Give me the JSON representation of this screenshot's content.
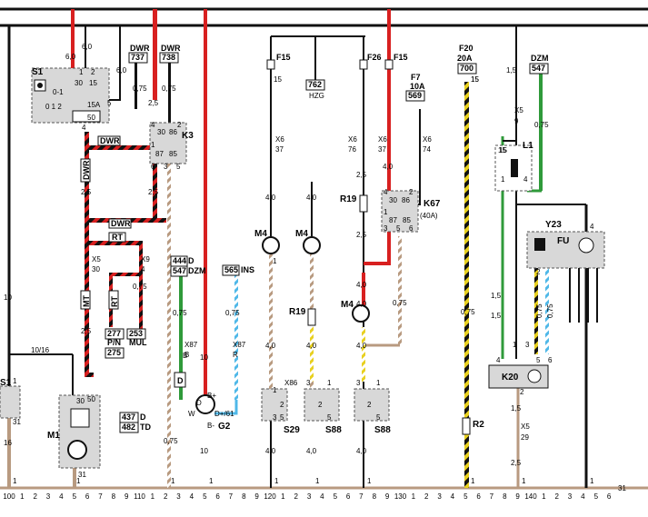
{
  "colors": {
    "red": "#d82020",
    "black": "#111111",
    "brown": "#b89a80",
    "green": "#2f9a3a",
    "blue": "#4fb8e8",
    "yellow": "#e8d020",
    "gray_box": "#d8d8d8"
  },
  "components": {
    "S1": "S1",
    "K3": "K3",
    "K67": "K67",
    "K67_rating": "(40A)",
    "M1": "M1",
    "G2": "G2",
    "M4a": "M4",
    "M4b": "M4",
    "M4c": "M4",
    "R19a": "R19",
    "R19b": "R19",
    "R2": "R2",
    "L1": "L1",
    "Y23": "Y23",
    "K20": "K20",
    "S29": "S29",
    "S88a": "S88",
    "S88b": "S88",
    "FU": "FU",
    "S1_left": "S1"
  },
  "fuses": {
    "F15a": "F15",
    "F26": "F26",
    "F15b": "F15",
    "F7": "F7",
    "F7_rating": "10A",
    "F20": "F20",
    "F20_rating": "20A"
  },
  "refs": {
    "DWR1": "DWR",
    "r737": "737",
    "DWR2": "DWR",
    "r738": "738",
    "r762": "762",
    "HZG": "HZG",
    "r569": "569",
    "r700": "700",
    "DZM": "DZM",
    "r547": "547",
    "r444": "444",
    "D1": "D",
    "r547b": "547",
    "DZM2": "DZM",
    "r565": "565",
    "INS": "INS",
    "r277": "277",
    "PN": "P/N",
    "r275": "275",
    "r253": "253",
    "MUL": "MUL",
    "r437": "437",
    "Dd": "D",
    "r482": "482",
    "TD": "TD",
    "DWR_mid1": "DWR",
    "DWR_mid2": "DWR",
    "DWR_v": "DWR",
    "RT1": "RT",
    "MT": "MT",
    "RT2": "RT",
    "D_box": "D"
  },
  "wire_labels": {
    "w60a": "6,0",
    "w60b": "6,0",
    "w60c": "6,0",
    "w075a": "0,75",
    "w075b": "0,75",
    "w25a": "2,5",
    "w25b": "2,5",
    "w25c": "2,5",
    "w25d": "2,5",
    "w075c": "0,75",
    "w075d": "0,75",
    "w075e": "0,75",
    "w10a": "10",
    "w1016": "10/16",
    "w16": "16",
    "w10b": "10",
    "w10c": "10",
    "w075f": "0,75",
    "w40a": "4,0",
    "w40b": "4,0",
    "w40c": "4,0",
    "w40d": "4,0",
    "w40e": "4,0",
    "w40f": "4,0",
    "w40g": "4,0",
    "w40h": "4,0",
    "w40i": "4,0",
    "w40j": "4,0",
    "w40k": "4,0",
    "w25e": "2,5",
    "w25f": "2,5",
    "w25g": "2,5",
    "w075g": "0,75",
    "w15a": "15",
    "w15b": "1,5",
    "w15c": "1,5",
    "w15d": "1,5",
    "w15e": "1,5",
    "w075h": "0,75",
    "w075i": "0,75",
    "w075j": "0,75",
    "w075k": "0,75",
    "w25h": "2,5",
    "w15f": "15"
  },
  "pins": {
    "p1": "1",
    "p2": "2",
    "p30": "30",
    "p15": "15",
    "p15A": "15A",
    "p50": "50",
    "p4": "4",
    "p5": "5",
    "p012": "0 1 2",
    "p01": "0-1",
    "k3_30": "30",
    "k3_86": "86",
    "k3_87": "87",
    "k3_85": "85",
    "k3_4": "4",
    "k3_2": "2",
    "k3_1": "1",
    "k3_6": "6",
    "k3_3": "3",
    "k3_5": "5",
    "k67_30": "30",
    "k67_86": "86",
    "k67_87": "87",
    "k67_85": "85",
    "k67_4": "4",
    "k67_2": "2",
    "k67_1": "1",
    "k67_6": "6",
    "k67_3": "3",
    "k67_5": "5",
    "X6a": "X6",
    "X6a_n": "37",
    "X6b": "X6",
    "X6b_n": "76",
    "X6c": "X6",
    "X6c_n": "37",
    "X6d": "X6",
    "X6d_n": "74",
    "X5a": "X5",
    "X5a_n": "30",
    "X9": "X9",
    "X9_n": "4",
    "X87a": "X87",
    "X87a_n": "B",
    "X87b": "X87",
    "X87b_n": "R",
    "X86": "X86",
    "X5b": "X5",
    "X5b_n": "9",
    "X5c": "X5",
    "X5c_n": "29",
    "G2_Bp": "B+",
    "G2_W": "W",
    "G2_Dp": "D+/61",
    "G2_Bm": "B-",
    "M1_30": "30",
    "M1_50": "50",
    "M1_31": "31",
    "S1L_31": "31",
    "S1L_1": "1",
    "L1_15": "15",
    "L1_1": "1",
    "L1_4": "4",
    "Y23_4": "4",
    "Y23_2": "2",
    "K20_1": "1",
    "K20_3": "3",
    "K20_4": "4",
    "K20_5": "5",
    "K20_6": "6",
    "K20_2": "2",
    "M4_1": "1",
    "F15_1": "15",
    "F20_1": "15",
    "D_B": "B",
    "G2_D": "D",
    "S29_1": "1",
    "S29_2": "2",
    "S29_3": "3",
    "S29_5": "5",
    "S88a_3": "3",
    "S88a_1": "1",
    "S88a_2": "2",
    "S88a_5": "5",
    "S88b_3": "3",
    "S88b_1": "1",
    "S88b_2": "2",
    "S88b_5": "5",
    "t1a": "1",
    "t1b": "1",
    "t1c": "1",
    "t1d": "1",
    "t1e": "1",
    "t1f": "1",
    "t1g": "1",
    "t1h": "1",
    "t1i": "1",
    "t1j": "1"
  },
  "bottom_axis": [
    "100",
    "1",
    "2",
    "3",
    "4",
    "5",
    "6",
    "7",
    "8",
    "9",
    "110",
    "1",
    "2",
    "3",
    "4",
    "5",
    "6",
    "7",
    "8",
    "9",
    "120",
    "1",
    "2",
    "3",
    "4",
    "5",
    "6",
    "7",
    "8",
    "9",
    "130",
    "1",
    "2",
    "3",
    "4",
    "5",
    "6",
    "7",
    "8",
    "9",
    "140",
    "1",
    "2",
    "3",
    "4",
    "5",
    "6"
  ],
  "right_edge": "31"
}
